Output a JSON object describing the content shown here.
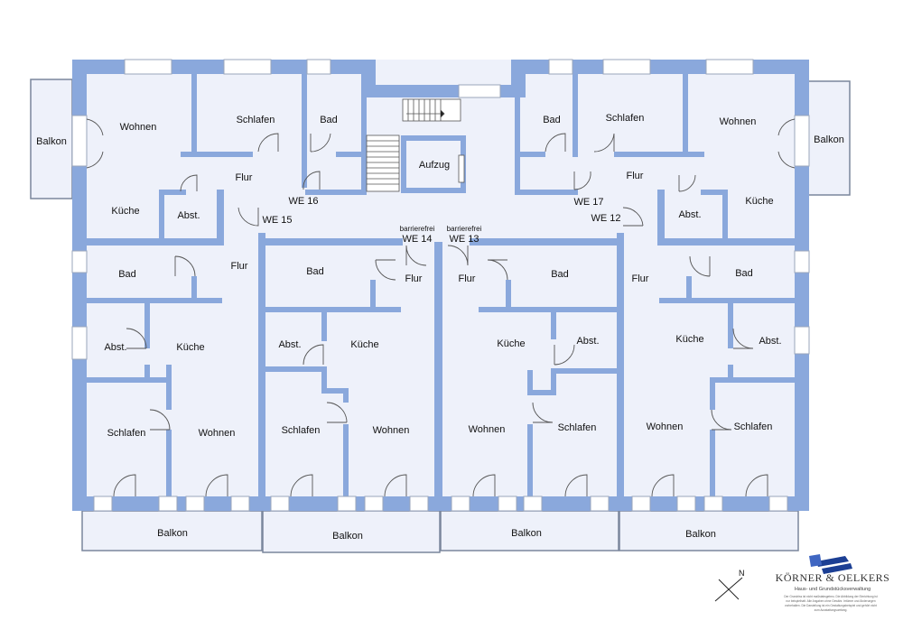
{
  "colors": {
    "wall": "#8aa8dc",
    "floor": "#eef1fa",
    "outline": "#7a869c",
    "door": "#555555",
    "logo_blue": "#1c3f94"
  },
  "rooms": {
    "we16_wohnen": "Wohnen",
    "we16_schlafen": "Schlafen",
    "we16_bad": "Bad",
    "we16_balkon": "Balkon",
    "we16_flur": "Flur",
    "we16_kueche": "Küche",
    "we16_abst": "Abst.",
    "stair_aufzug": "Aufzug",
    "we17_bad": "Bad",
    "we17_schlafen": "Schlafen",
    "we17_wohnen": "Wohnen",
    "we17_balkon": "Balkon",
    "we17_flur": "Flur",
    "we17_abst": "Abst.",
    "we17_kueche": "Küche",
    "we15_bad": "Bad",
    "we15_flur": "Flur",
    "we15_abst": "Abst.",
    "we15_kueche": "Küche",
    "we15_schlafen": "Schlafen",
    "we15_wohnen": "Wohnen",
    "we15_balkon": "Balkon",
    "we14_bad": "Bad",
    "we14_flur": "Flur",
    "we14_abst": "Abst.",
    "we14_kueche": "Küche",
    "we14_schlafen": "Schlafen",
    "we14_wohnen": "Wohnen",
    "we14_balkon": "Balkon",
    "we13_flur": "Flur",
    "we13_bad": "Bad",
    "we13_kueche": "Küche",
    "we13_abst": "Abst.",
    "we13_wohnen": "Wohnen",
    "we13_schlafen": "Schlafen",
    "we13_balkon": "Balkon",
    "we12_flur": "Flur",
    "we12_bad": "Bad",
    "we12_kueche": "Küche",
    "we12_abst": "Abst.",
    "we12_wohnen": "Wohnen",
    "we12_schlafen": "Schlafen",
    "we12_balkon": "Balkon"
  },
  "units": {
    "we16": "WE 16",
    "we15": "WE 15",
    "we17": "WE 17",
    "we12": "WE 12",
    "we14": "WE 14",
    "we13": "WE 13",
    "barrierefrei_14": "barrierefrei",
    "barrierefrei_13": "barrierefrei"
  },
  "north": "N",
  "logo": {
    "name": "KÖRNER & OELKERS",
    "subtitle": "Haus- und Grundstücksverwaltung",
    "disclaimer_1": "Der Grundriss ist nicht maßstabsgetreu. Die Abbildung der Einrichtung ist",
    "disclaimer_2": "nur beispielhaft. Alle Angaben ohne Gewähr. Irrtümer und Änderungen",
    "disclaimer_3": "vorbehalten. Die Darstellung ist ein Gestaltungsbeispiel und gehört nicht",
    "disclaimer_4": "zum Ausstattungsumfang."
  }
}
